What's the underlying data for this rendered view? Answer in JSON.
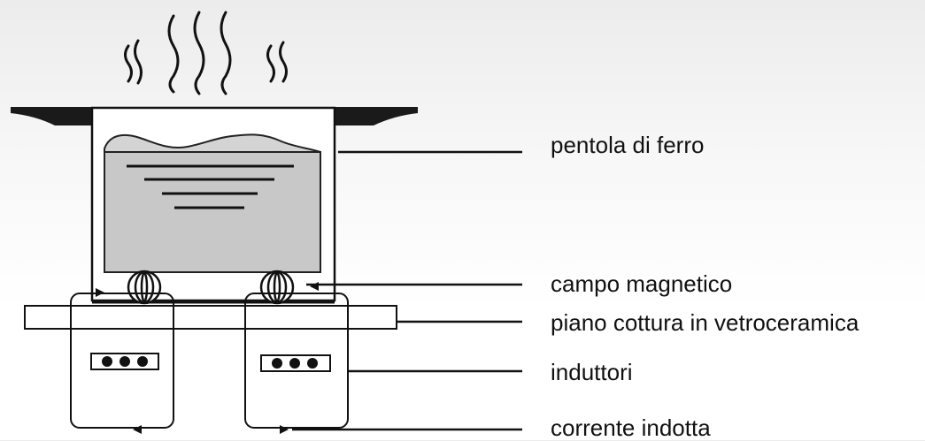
{
  "labels": {
    "pot": "pentola di ferro",
    "magnetic_field": "campo magnetico",
    "cooktop": "piano cottura in vetroceramica",
    "inductors": "induttori",
    "induced_current": "corrente indotta"
  },
  "colors": {
    "stroke": "#111111",
    "water": "#c8c8c8",
    "food": "#d4d4d4",
    "pan_rim": "#1a1a1a",
    "background_top": "#ececec"
  }
}
